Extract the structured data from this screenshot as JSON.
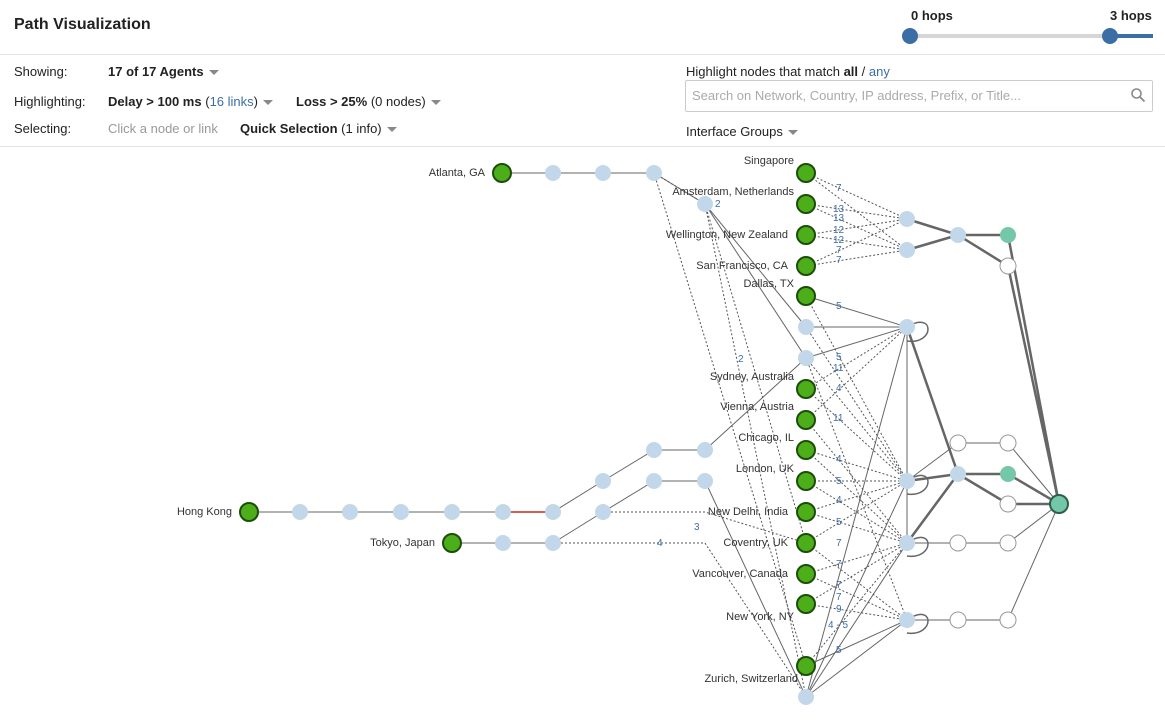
{
  "header": {
    "title": "Path Visualization",
    "hops_min_label": "0 hops",
    "hops_max_label": "3 hops"
  },
  "controls": {
    "showing_label": "Showing:",
    "showing_value": "17 of 17 Agents",
    "highlighting_label": "Highlighting:",
    "delay_label": "Delay > 100 ms",
    "delay_paren_open": "(",
    "delay_links": "16 links",
    "delay_paren_close": ")",
    "loss_label": "Loss > 25%",
    "loss_nodes": "(0 nodes)",
    "selecting_label": "Selecting:",
    "selecting_hint": "Click a node or link",
    "quick_selection_label": "Quick Selection",
    "quick_selection_info": "(1 info)",
    "highlight_prefix": "Highlight nodes that match",
    "highlight_all": "all",
    "highlight_sep": "/",
    "highlight_any": "any",
    "search_placeholder": "Search on Network, Country, IP address, Prefix, or Title...",
    "interface_groups_label": "Interface Groups"
  },
  "graph": {
    "agent_labels": {
      "atlanta": "Atlanta, GA",
      "hongkong": "Hong Kong",
      "tokyo": "Tokyo, Japan",
      "singapore": "Singapore",
      "amsterdam": "Amsterdam, Netherlands",
      "wellington": "Wellington, New Zealand",
      "sanfrancisco": "San Francisco, CA",
      "dallas": "Dallas, TX",
      "sydney": "Sydney, Australia",
      "vienna": "Vienna, Austria",
      "chicago": "Chicago, IL",
      "london": "London, UK",
      "newdelhi": "New Delhi, India",
      "coventry": "Coventry, UK",
      "vancouver": "Vancouver, Canada",
      "newyork": "New York, NY",
      "zurich": "Zurich, Switzerland"
    },
    "link_labels": {
      "l_2a": "2",
      "l_2b": "2",
      "l_3": "3",
      "l_4a": "4",
      "l_7a": "7",
      "l_13a": "13",
      "l_13b": "13",
      "l_12a": "12",
      "l_12b": "12",
      "l_7b": "7",
      "l_7c": "7",
      "l_5a": "5",
      "l_5b": "5",
      "l_11a": "11",
      "l_4b": "4",
      "l_11b": "11",
      "l_4c": "4",
      "l_5c": "5",
      "l_4d": "4",
      "l_5d": "5",
      "l_7d": "7",
      "l_7e": "7",
      "l_7f": "7",
      "l_7g": "7",
      "l_9": "9",
      "l_45": "4 - 5",
      "l_5e": "5"
    },
    "colors": {
      "agent": "#4caf19",
      "agent_stroke": "#1d4d0a",
      "hop": "#c2d8ea",
      "destination": "#74c7a8",
      "link": "#666666",
      "high_delay": "#cc2222",
      "accent": "#3a6ea5"
    },
    "node_states": [
      "agent",
      "intermediate-hop",
      "destination",
      "unknown-hop"
    ]
  }
}
